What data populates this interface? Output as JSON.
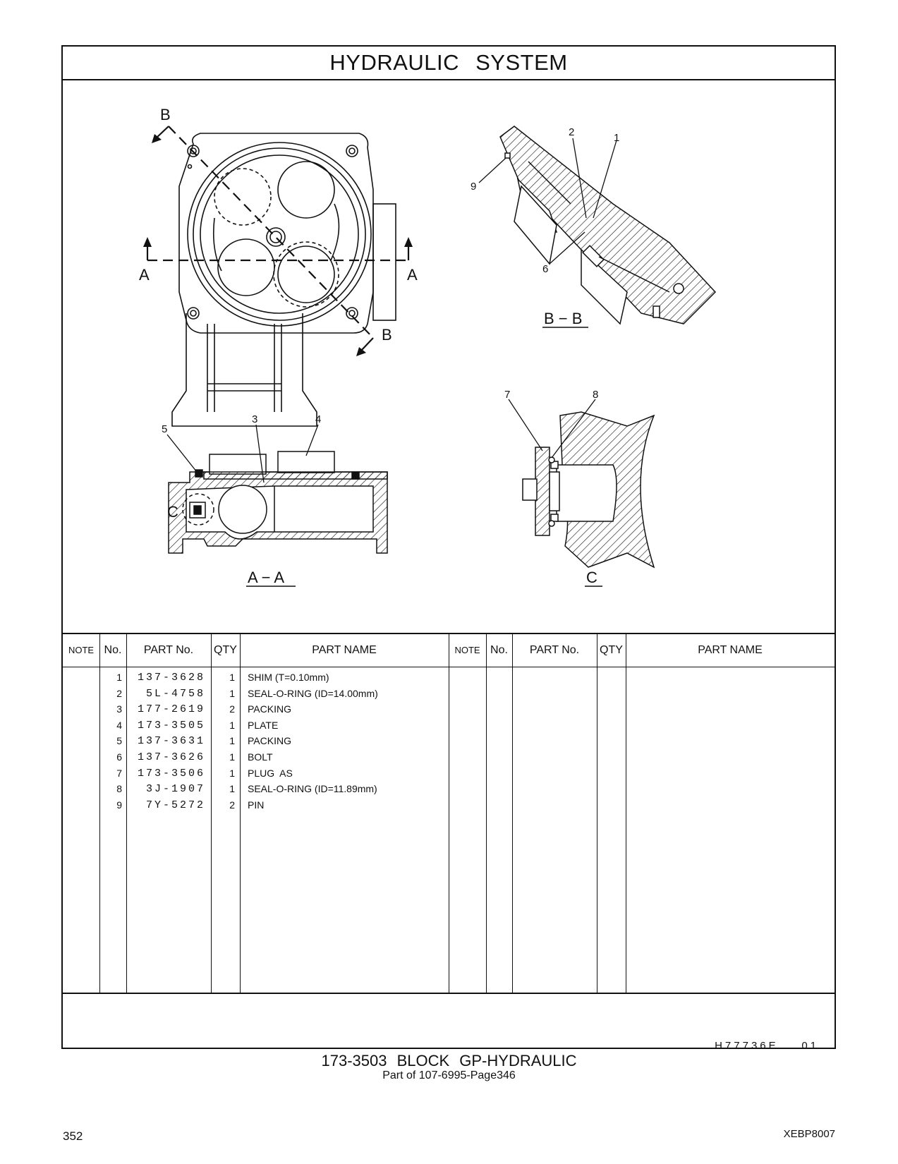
{
  "page": {
    "title": "HYDRAULIC   SYSTEM",
    "drawing_code": "H77736E    01",
    "caption_title": "173-3503   BLOCK  GP-HYDRAULIC",
    "caption_sub": "Part of 107-6995-Page346",
    "page_number": "352",
    "document_code": "XEBP8007"
  },
  "drawing": {
    "section_markers": [
      "B",
      "B",
      "A",
      "A"
    ],
    "view_titles": [
      "B − B",
      "A − A",
      "C"
    ],
    "detail_marker": "C",
    "callouts": [
      "1",
      "2",
      "9",
      "6",
      "3",
      "4",
      "5",
      "7",
      "8"
    ]
  },
  "table": {
    "headers": {
      "note": "NOTE",
      "no": "No.",
      "part_no": "PART No.",
      "qty": "QTY",
      "part_name": "PART NAME"
    },
    "rows": [
      {
        "no": "1",
        "part_no": "137-3628",
        "qty": "1",
        "name": "SHIM (T=0.10mm)"
      },
      {
        "no": "2",
        "part_no": "5L-4758",
        "qty": "1",
        "name": "SEAL-O-RING (ID=14.00mm)"
      },
      {
        "no": "3",
        "part_no": "177-2619",
        "qty": "2",
        "name": "PACKING"
      },
      {
        "no": "4",
        "part_no": "173-3505",
        "qty": "1",
        "name": "PLATE"
      },
      {
        "no": "5",
        "part_no": "137-3631",
        "qty": "1",
        "name": "PACKING"
      },
      {
        "no": "6",
        "part_no": "137-3626",
        "qty": "1",
        "name": "BOLT"
      },
      {
        "no": "7",
        "part_no": "173-3506",
        "qty": "1",
        "name": "PLUG  AS"
      },
      {
        "no": "8",
        "part_no": "3J-1907",
        "qty": "1",
        "name": "SEAL-O-RING (ID=11.89mm)"
      },
      {
        "no": "9",
        "part_no": "7Y-5272",
        "qty": "2",
        "name": "PIN"
      }
    ]
  }
}
